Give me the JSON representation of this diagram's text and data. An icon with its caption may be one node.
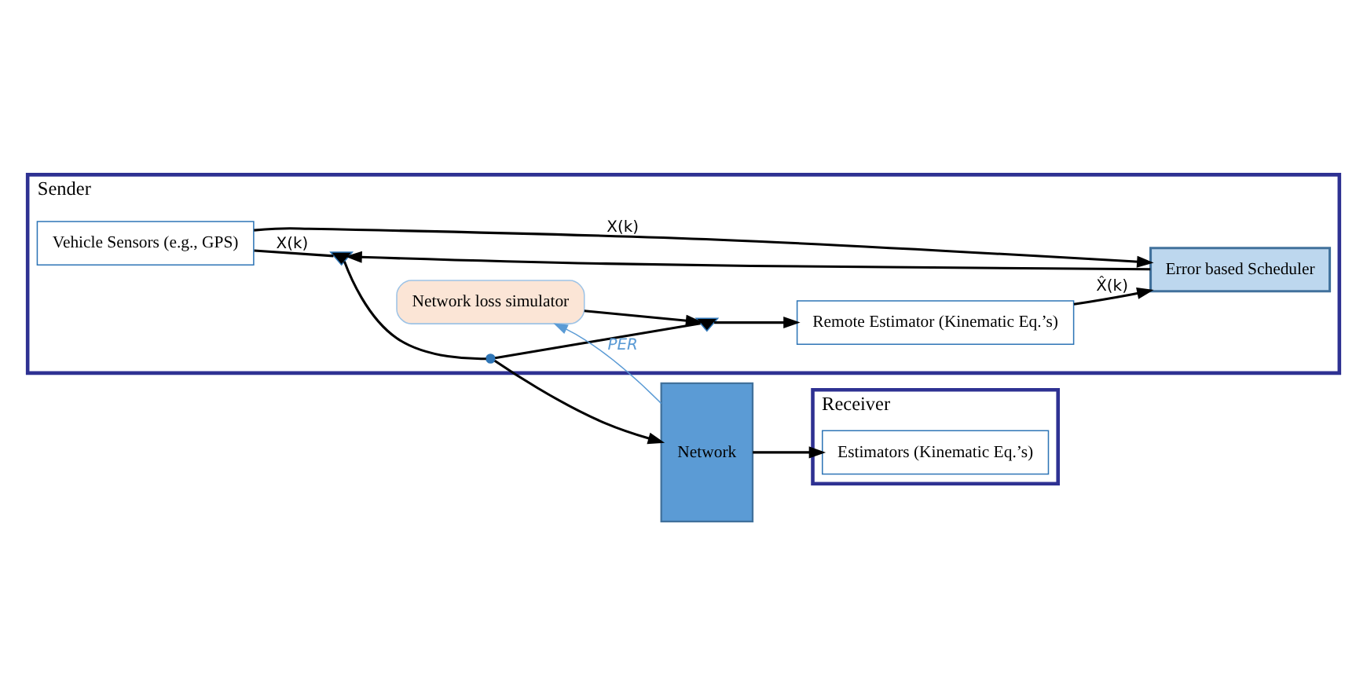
{
  "diagram": {
    "nodes": [
      {
        "text": [
          "Sender"
        ]
      },
      {
        "text": [
          "Vehicle Sensors (e.g., GPS)"
        ],
        "in": 0
      },
      {
        "text": [],
        "shape": "switch",
        "in": 0
      },
      {
        "text": [],
        "shape": "dot",
        "in": 0
      },
      {
        "text": [
          "Error based Scheduler"
        ],
        "in": 0
      },
      {
        "text": [
          "Remote Estimator (Kinematic Eq.’s)"
        ],
        "in": 0
      },
      {
        "text": [],
        "shape": "switch",
        "in": 0
      },
      {
        "text": [
          "Network loss simulator"
        ],
        "in": 0
      },
      {
        "text": [
          "Network"
        ]
      },
      {
        "text": [
          "Receiver"
        ]
      },
      {
        "text": [
          "Estimators (Kinematic Eq.’s)"
        ],
        "in": 9
      }
    ],
    "edges": [
      {
        "from": 1,
        "to": 2,
        "arrow": "none",
        "label": "X(k)"
      },
      {
        "from": 2,
        "to": 3,
        "arrow": "none"
      },
      {
        "from": 3,
        "to": 8,
        "arrow": "to"
      },
      {
        "from": 3,
        "to": 6,
        "arrow": "none"
      },
      {
        "from": 6,
        "to": 5,
        "arrow": "to"
      },
      {
        "from": 1,
        "to": 4,
        "arrow": "to",
        "label": "X(k)"
      },
      {
        "from": 5,
        "to": 4,
        "arrow": "to",
        "label": "X̂(k)"
      },
      {
        "from": 4,
        "to": 2,
        "arrow": "to"
      },
      {
        "from": 7,
        "to": 6,
        "arrow": "to"
      },
      {
        "from": 8,
        "to": 7,
        "arrow": "to",
        "label": "PER",
        "color": "#5b9bd5"
      },
      {
        "from": 8,
        "to": 10,
        "arrow": "to"
      }
    ]
  }
}
